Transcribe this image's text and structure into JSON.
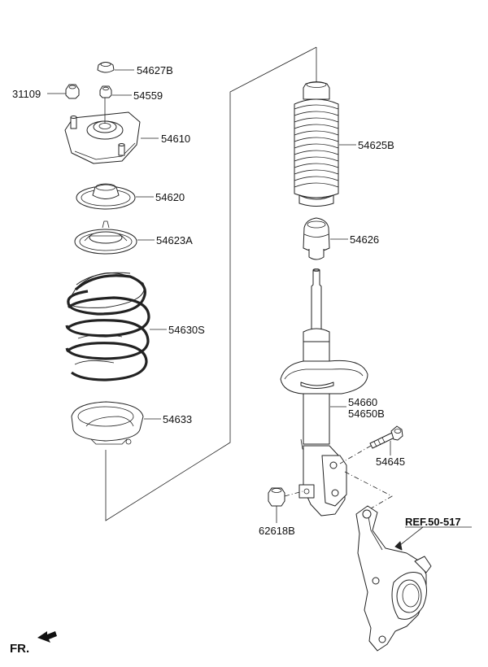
{
  "labels": {
    "p54627b": "54627B",
    "p31109": "31109",
    "p54559": "54559",
    "p54610": "54610",
    "p54620": "54620",
    "p54623a": "54623A",
    "p54630s": "54630S",
    "p54633": "54633",
    "p54625b": "54625B",
    "p54626": "54626",
    "p54660": "54660",
    "p54650b": "54650B",
    "p54645": "54645",
    "p62618b": "62618B"
  },
  "ref_label": "REF.50-517",
  "front_label": "FR."
}
